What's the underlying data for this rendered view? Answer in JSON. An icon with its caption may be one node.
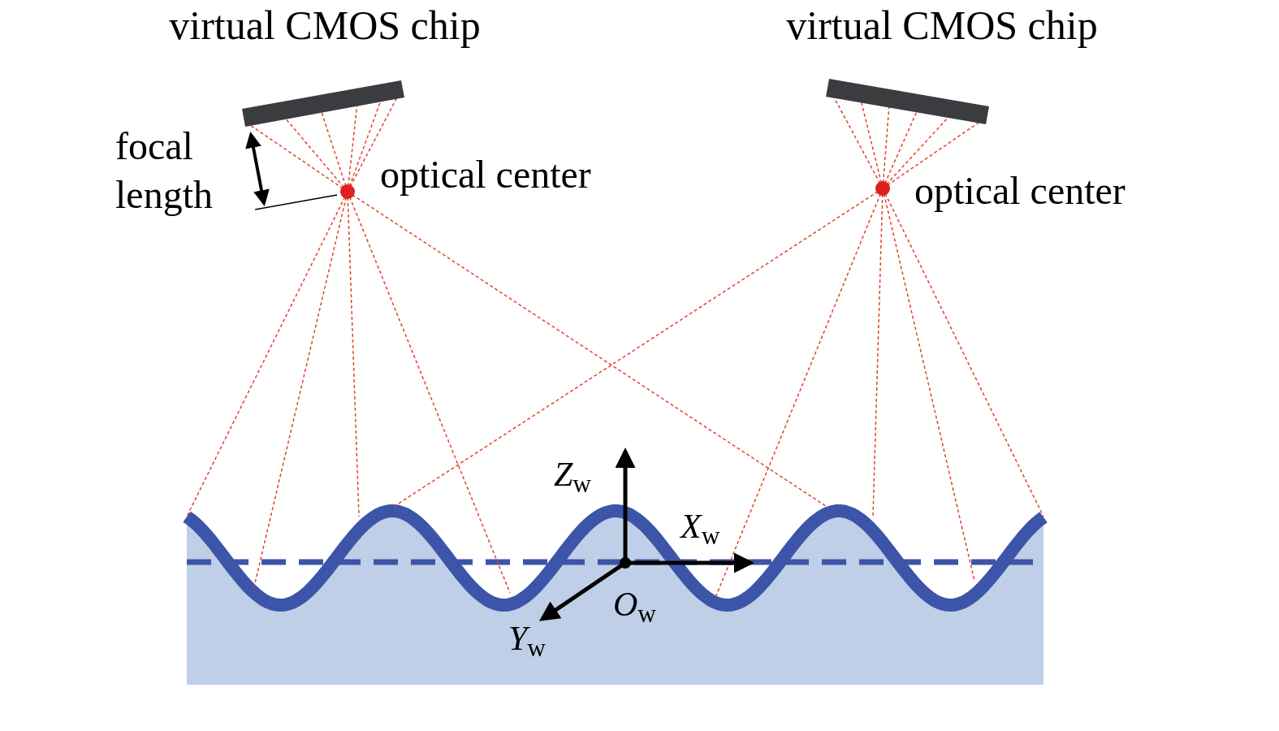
{
  "diagram": {
    "labels": [
      "virtual CMOS chip",
      "virtual CMOS chip",
      "focal length",
      "optical center",
      "optical center",
      "*Z*$_{w}$",
      "*X*$_{w}$",
      "*O*$_{w}$",
      "*Y*$_{w}$"
    ]
  }
}
